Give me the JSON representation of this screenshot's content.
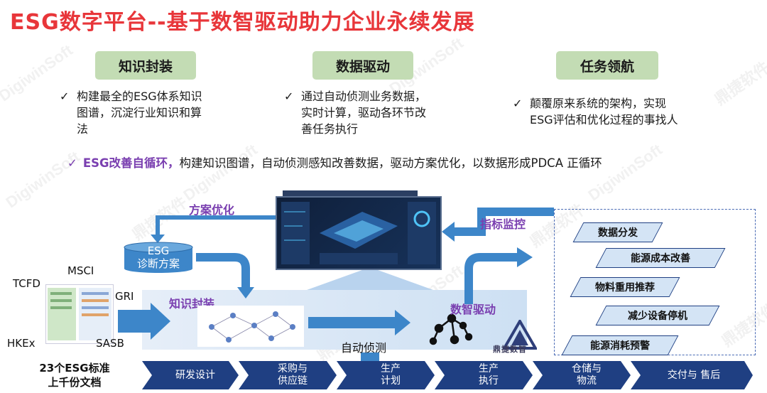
{
  "title": "ESG数字平台--基于数智驱动助力企业永续发展",
  "pillars": [
    {
      "title": "知识封装",
      "desc": [
        "构建最全的ESG体系知识",
        "图谱，沉淀行业知识和算",
        "法"
      ]
    },
    {
      "title": "数据驱动",
      "desc": [
        "通过自动侦测业务数据，",
        "实时计算，驱动各环节改",
        "善任务执行"
      ]
    },
    {
      "title": "任务领航",
      "desc": [
        "颠覆原来系统的架构，实现",
        "ESG评估和优化过程的事找人"
      ]
    }
  ],
  "cycle": {
    "highlight": "ESG改善自循环，",
    "text": "构建知识图谱，自动侦测感知改善数据，驱动方案优化，以数据形成PDCA 正循环"
  },
  "flow": {
    "plan_opt": "方案优化",
    "diagnosis": [
      "ESG",
      "诊断方案"
    ],
    "indicator_monitor": "指标监控",
    "knowledge_pack": "知识封装",
    "digital_drive": "数智驱动",
    "auto_detect": "自动侦测",
    "standards": [
      "TCFD",
      "MSCI",
      "GRI",
      "HKEx",
      "SASB"
    ],
    "bottom_label": [
      "23个ESG标准",
      "上千份文档"
    ],
    "logo_text": "鼎捷数智"
  },
  "tasks": [
    "数据分发",
    "能源成本改善",
    "物料重用推荐",
    "减少设备停机",
    "能源消耗预警"
  ],
  "process": [
    [
      "研发设计"
    ],
    [
      "采购与",
      "供应链"
    ],
    [
      "生产",
      "计划"
    ],
    [
      "生产",
      "执行"
    ],
    [
      "仓储与",
      "物流"
    ],
    [
      "交付与 售后"
    ]
  ],
  "watermarks": [
    "DigiwinSoft",
    "鼎捷软件"
  ],
  "colors": {
    "title": "#e8363a",
    "purple": "#7a3fb0",
    "navy": "#1f3f82",
    "pillar_bg": "#c3dcb4",
    "arrow_blue": "#3d86c9"
  }
}
